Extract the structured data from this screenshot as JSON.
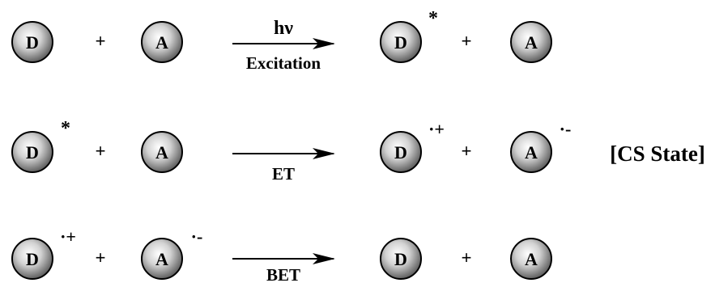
{
  "colors": {
    "sphere_highlight": "#ffffff",
    "sphere_mid": "#c8c8c8",
    "sphere_dark": "#5a5a5a",
    "stroke": "#000000"
  },
  "reactions": [
    {
      "left": [
        {
          "label": "D",
          "superscript": ""
        },
        {
          "label": "A",
          "superscript": ""
        }
      ],
      "plus_left": "+",
      "arrow_top": "hν",
      "arrow_bottom": "Excitation",
      "right": [
        {
          "label": "D",
          "superscript": "*"
        },
        {
          "label": "A",
          "superscript": ""
        }
      ],
      "plus_right": "+",
      "note": ""
    },
    {
      "left": [
        {
          "label": "D",
          "superscript": "*"
        },
        {
          "label": "A",
          "superscript": ""
        }
      ],
      "plus_left": "+",
      "arrow_top": "",
      "arrow_bottom": "ET",
      "right": [
        {
          "label": "D",
          "superscript": "·+"
        },
        {
          "label": "A",
          "superscript": "·-"
        }
      ],
      "plus_right": "+",
      "note": "[CS State]"
    },
    {
      "left": [
        {
          "label": "D",
          "superscript": "·+"
        },
        {
          "label": "A",
          "superscript": "·-"
        }
      ],
      "plus_left": "+",
      "arrow_top": "",
      "arrow_bottom": "BET",
      "right": [
        {
          "label": "D",
          "superscript": ""
        },
        {
          "label": "A",
          "superscript": ""
        }
      ],
      "plus_right": "+",
      "note": ""
    }
  ]
}
